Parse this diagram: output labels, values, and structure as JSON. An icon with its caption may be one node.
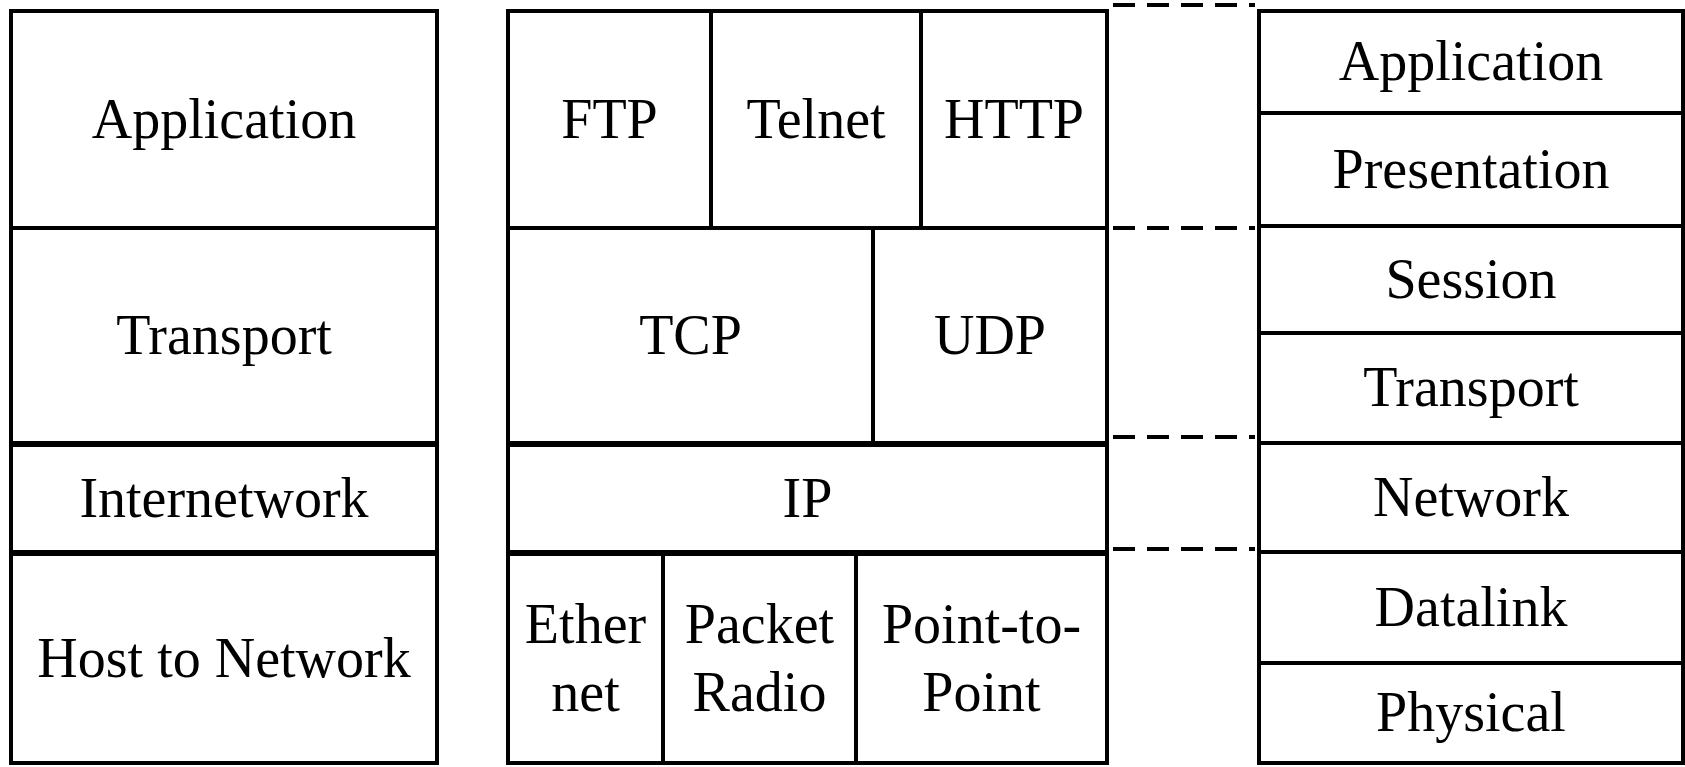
{
  "diagram": {
    "nodes": [
      {
        "text": [
          "Application"
        ]
      },
      {
        "text": [
          "Transport"
        ]
      },
      {
        "text": [
          "Internetwork"
        ]
      },
      {
        "text": [
          "Host to Network"
        ]
      },
      {
        "text": [
          "FTP"
        ]
      },
      {
        "text": [
          "Telnet"
        ]
      },
      {
        "text": [
          "HTTP"
        ]
      },
      {
        "text": [
          "TCP"
        ]
      },
      {
        "text": [
          "UDP"
        ]
      },
      {
        "text": [
          "IP"
        ]
      },
      {
        "text": [
          "Ether net"
        ]
      },
      {
        "text": [
          "Packet Radio"
        ]
      },
      {
        "text": [
          "Point-to-Point"
        ]
      },
      {
        "text": [
          "Application"
        ]
      },
      {
        "text": [
          "Presentation"
        ]
      },
      {
        "text": [
          "Session"
        ]
      },
      {
        "text": [
          "Transport"
        ]
      },
      {
        "text": [
          "Network"
        ]
      },
      {
        "text": [
          "Datalink"
        ]
      },
      {
        "text": [
          "Physical"
        ]
      }
    ]
  }
}
